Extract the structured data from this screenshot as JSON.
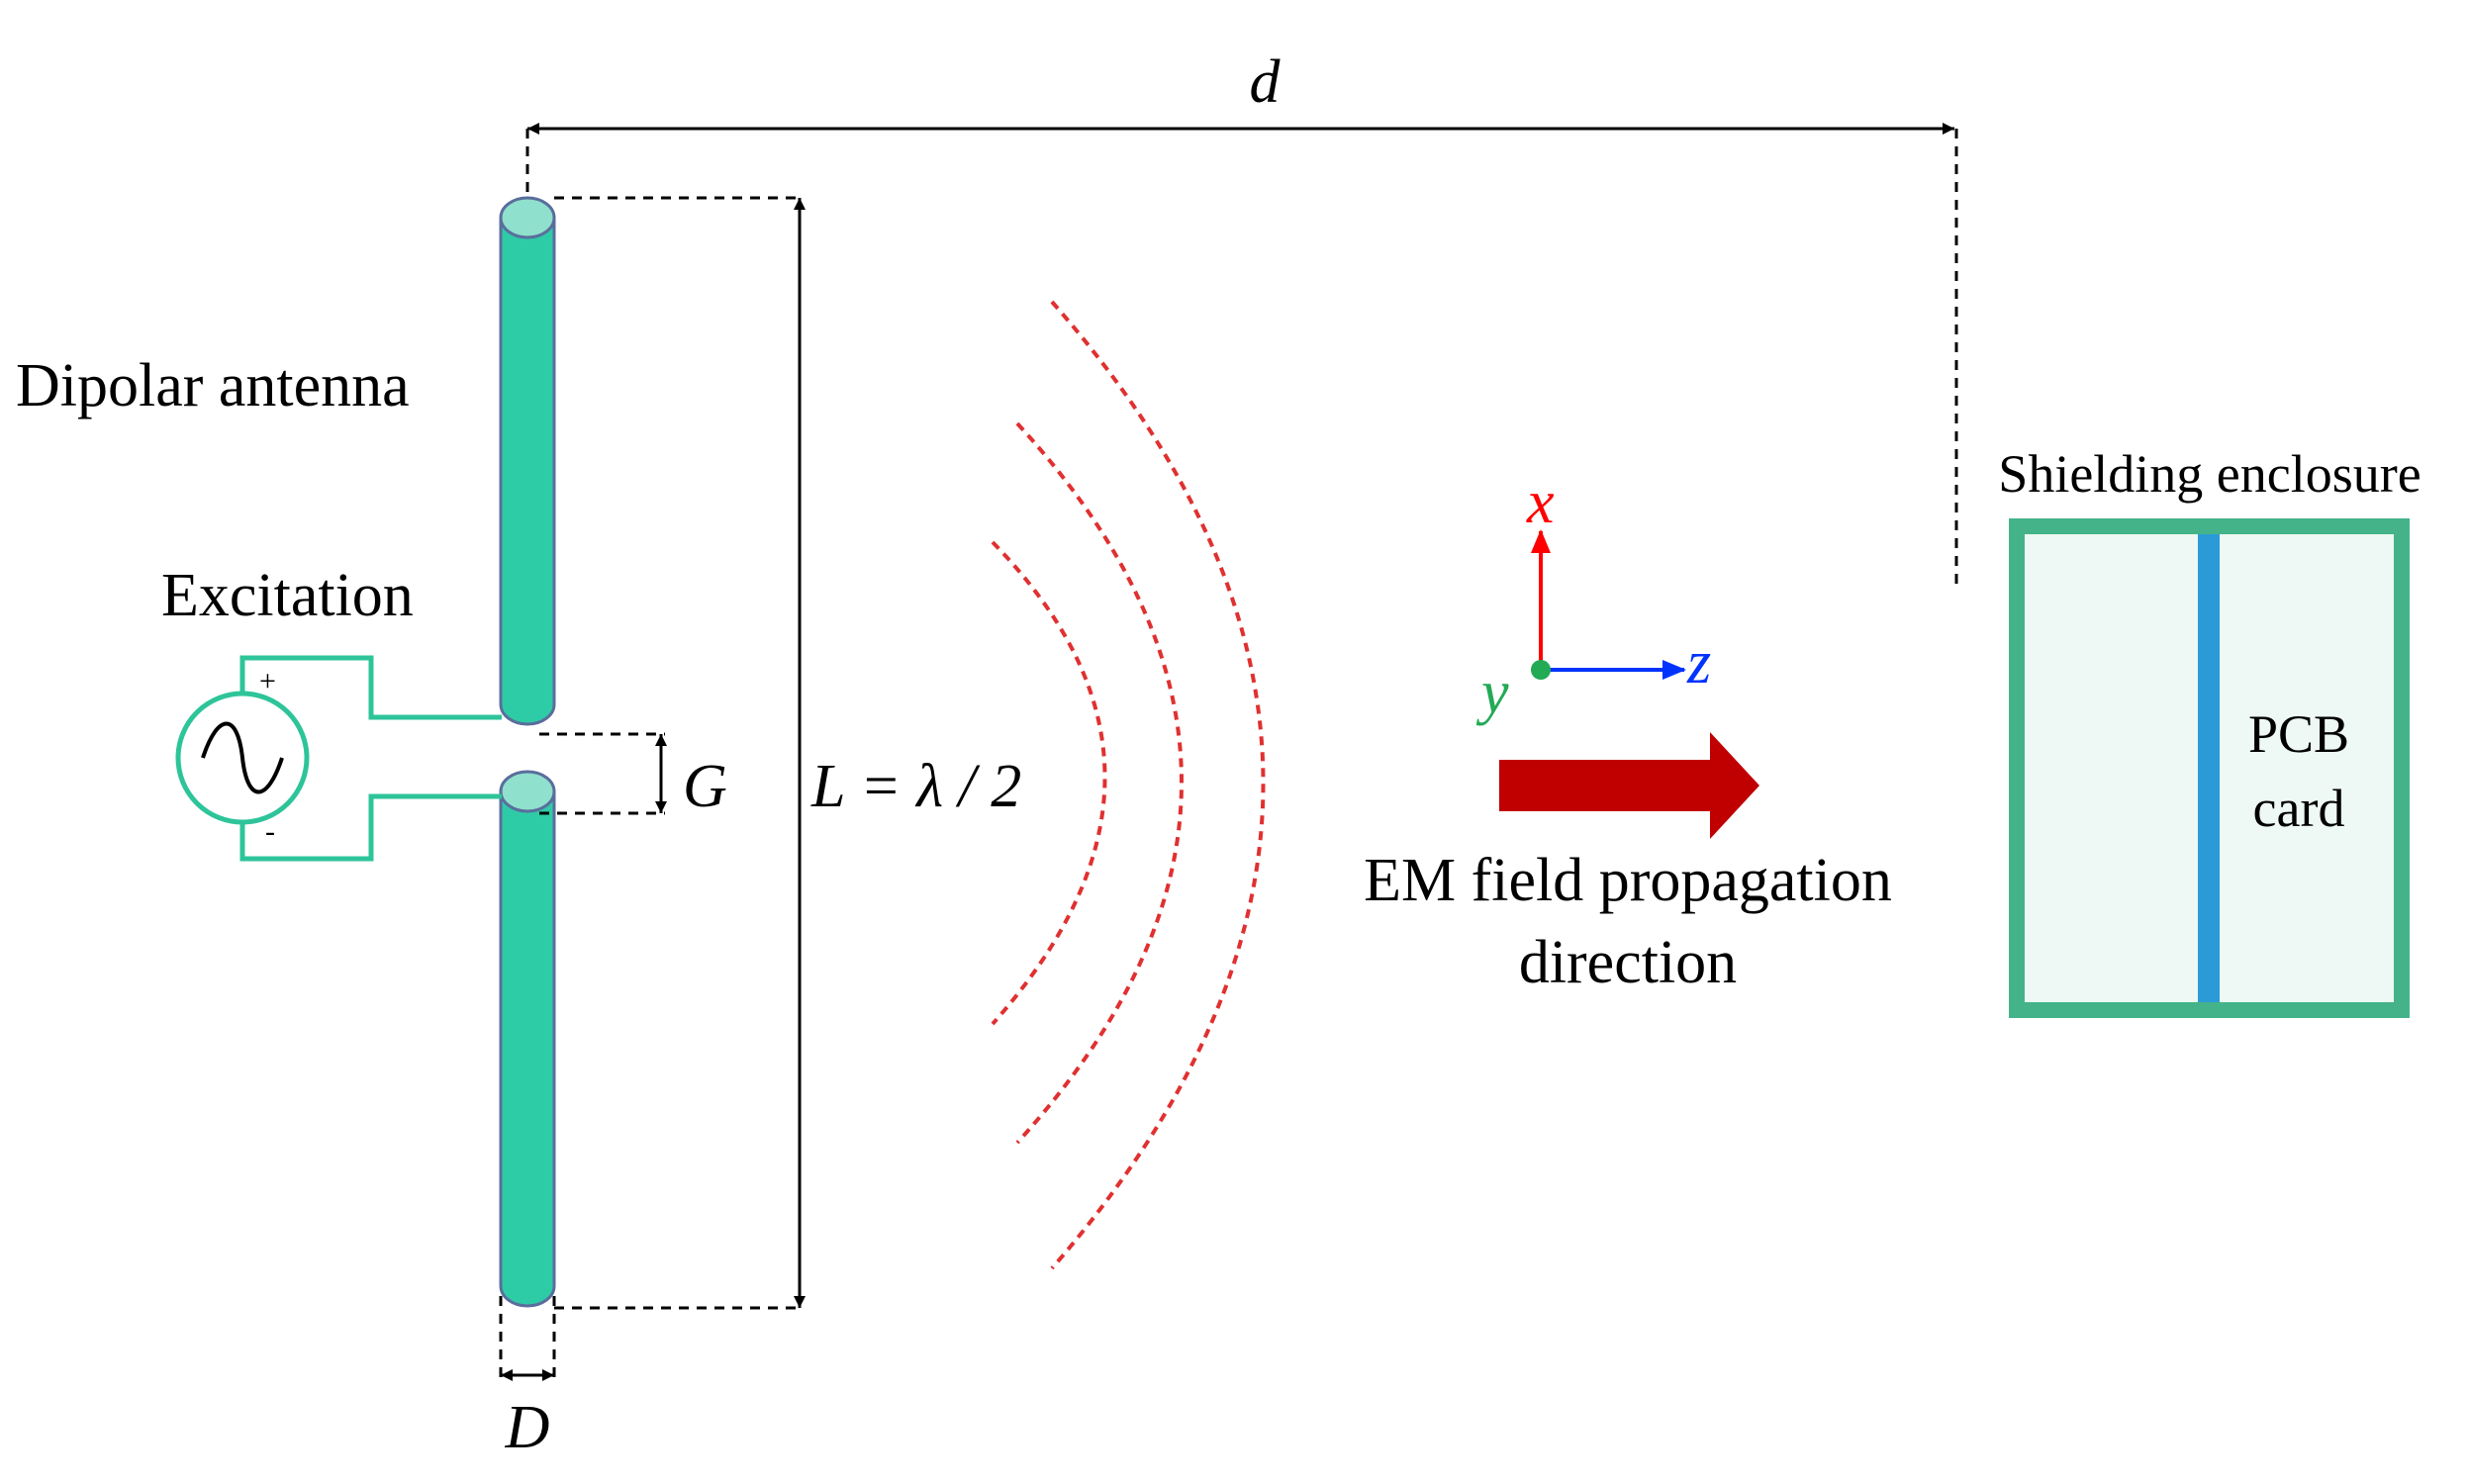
{
  "labels": {
    "distance": "d",
    "antenna": "Dipolar antenna",
    "excitation": "Excitation",
    "plus": "+",
    "minus": "-",
    "gap": "G",
    "length": "L = λ / 2",
    "diameter": "D",
    "propagation_line1": "EM field propagation",
    "propagation_line2": "direction",
    "enclosure": "Shielding enclosure",
    "pcb_line1": "PCB",
    "pcb_line2": "card",
    "axis_x": "x",
    "axis_y": "y",
    "axis_z": "z"
  },
  "colors": {
    "antenna": "#2ecba7",
    "antenna_cap": "#8fe0cc",
    "circuit": "#2ec49a",
    "wave": "#e03030",
    "arrow": "#c00000",
    "axis_x": "#ff0000",
    "axis_z": "#0033ff",
    "axis_y": "#22aa55",
    "enclosure": "#44b38a",
    "enclosure_fill": "#eef8f4",
    "pcb": "#2a9bd6"
  }
}
